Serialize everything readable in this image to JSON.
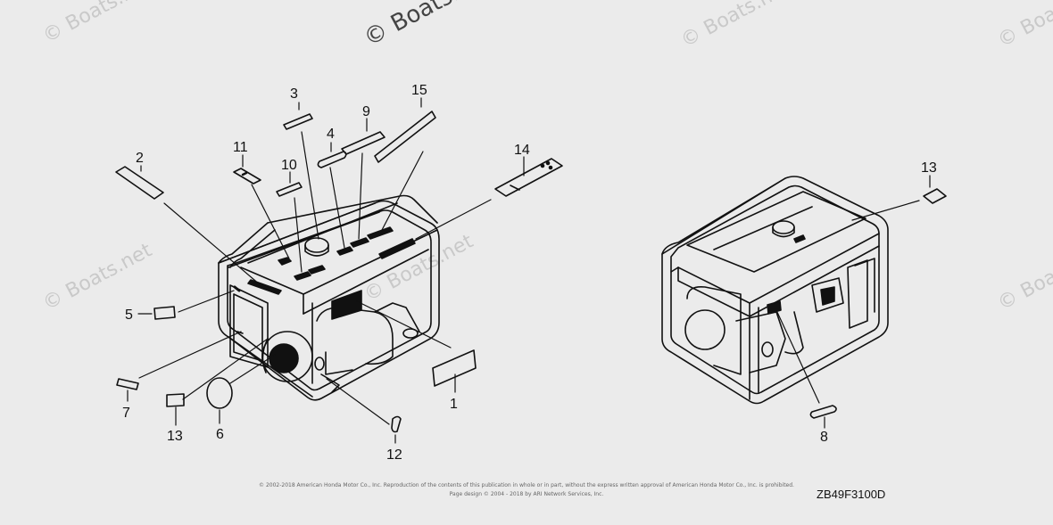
{
  "watermarks": [
    "© Boats.net",
    "© Boats.net",
    "© Boats.net",
    "© Boats.net",
    "© Boats.net",
    "© Boats.net",
    "© Boats.net"
  ],
  "callouts": [
    "1",
    "2",
    "3",
    "4",
    "5",
    "6",
    "7",
    "8",
    "9",
    "10",
    "11",
    "12",
    "13",
    "13",
    "14",
    "15"
  ],
  "footer": {
    "copyright": "© 2002-2018 American Honda Motor Co., Inc. Reproduction of the contents of this publication in whole or in part, without the express written approval of American Honda Motor Co., Inc. is prohibited.",
    "page_design": "Page design © 2004 - 2018 by ARI Network Services, Inc."
  },
  "diagram_code": "ZB49F3100D"
}
